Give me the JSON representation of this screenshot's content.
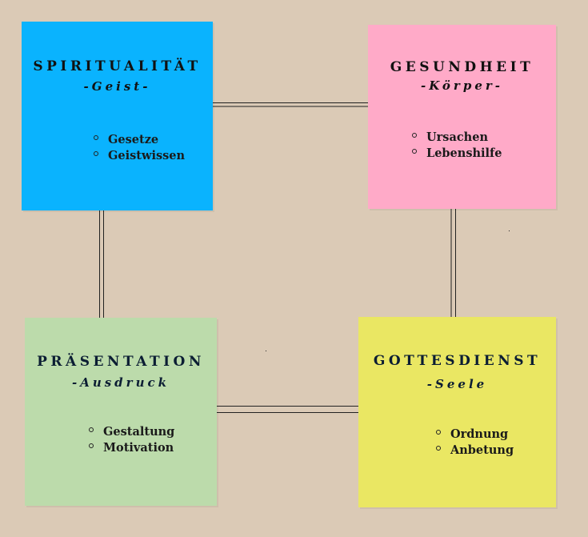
{
  "boxes": {
    "spiritualitaet": {
      "title": "SPIRITUALITÄT",
      "subtitle": "-Geist-",
      "color": "#0ab3fe",
      "items": [
        "Gesetze",
        "Geistwissen"
      ]
    },
    "gesundheit": {
      "title": "GESUNDHEIT",
      "subtitle": "-Körper-",
      "color": "#ffaac8",
      "items": [
        "Ursachen",
        "Lebenshilfe"
      ]
    },
    "praesentation": {
      "title": "PRÄSENTATION",
      "subtitle": "-Ausdruck",
      "color": "#bcdbab",
      "items": [
        "Gestaltung",
        "Motivation"
      ]
    },
    "gottesdienst": {
      "title": "GOTTESDIENST",
      "subtitle": "-Seele",
      "color": "#eae763",
      "items": [
        "Ordnung",
        "Anbetung"
      ]
    }
  },
  "colors": {
    "background": "#dbcab6",
    "connector": "#222222",
    "title_dark": "#0b1d33"
  }
}
